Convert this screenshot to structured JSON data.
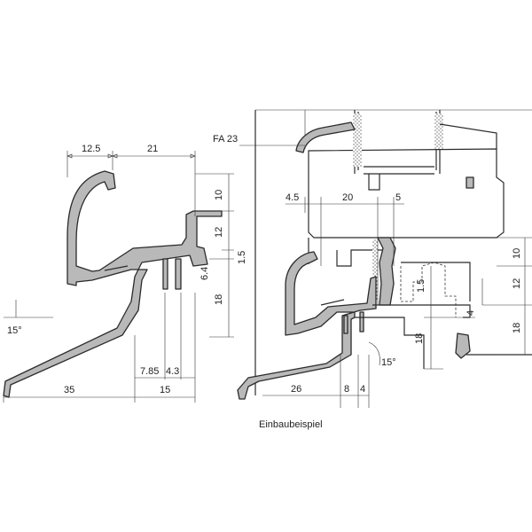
{
  "left_view": {
    "dims_top": [
      "12.5",
      "21"
    ],
    "dims_right": [
      "10",
      "12",
      "1.5",
      "6.4",
      "18"
    ],
    "dims_bottom": [
      "35",
      "7.85",
      "4.3",
      "15"
    ],
    "angle": "15°"
  },
  "right_view": {
    "label_fa": "FA 23",
    "dims_top": [
      "4.5",
      "20",
      "5"
    ],
    "dims_right": [
      "10",
      "12",
      "18"
    ],
    "dims_inner": [
      "1.5",
      "4",
      "18"
    ],
    "dims_bottom": [
      "26",
      "8",
      "4"
    ],
    "angle": "15°",
    "caption": "Einbaubeispiel"
  },
  "colors": {
    "profile_fill": "#b9b9b9",
    "line": "#2b2b2b"
  }
}
